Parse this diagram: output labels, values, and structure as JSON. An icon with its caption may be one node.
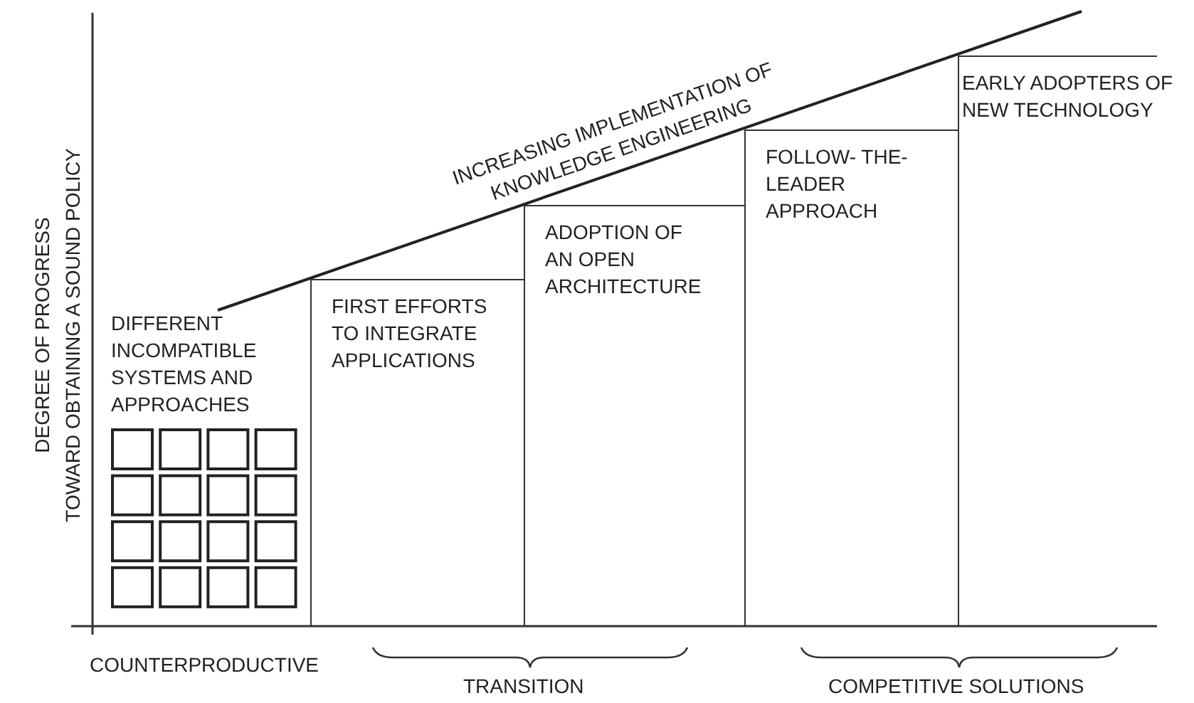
{
  "diagram": {
    "nodes": [
      {
        "text": [
          "DIFFERENT INCOMPATIBLE SYSTEMS AND APPROACHES"
        ]
      },
      {
        "text": [
          "FIRST EFFORTS TO INTEGRATE APPLICATIONS"
        ]
      },
      {
        "text": [
          "ADOPTION OF AN OPEN ARCHITECTURE"
        ]
      },
      {
        "text": [
          "FOLLOW- THE-LEADER APPROACH"
        ]
      },
      {
        "text": [
          "EARLY ADOPTERS OF NEW TECHNOLOGY"
        ]
      }
    ],
    "labels": [
      "DEGREE OF PROGRESS",
      "TOWARD OBTAINING A SOUND POLICY",
      "INCREASING IMPLEMENTATION OF KNOWLEDGE ENGINEERING",
      "COUNTERPRODUCTIVE",
      "TRANSITION",
      "COMPETITIVE SOLUTIONS"
    ]
  }
}
